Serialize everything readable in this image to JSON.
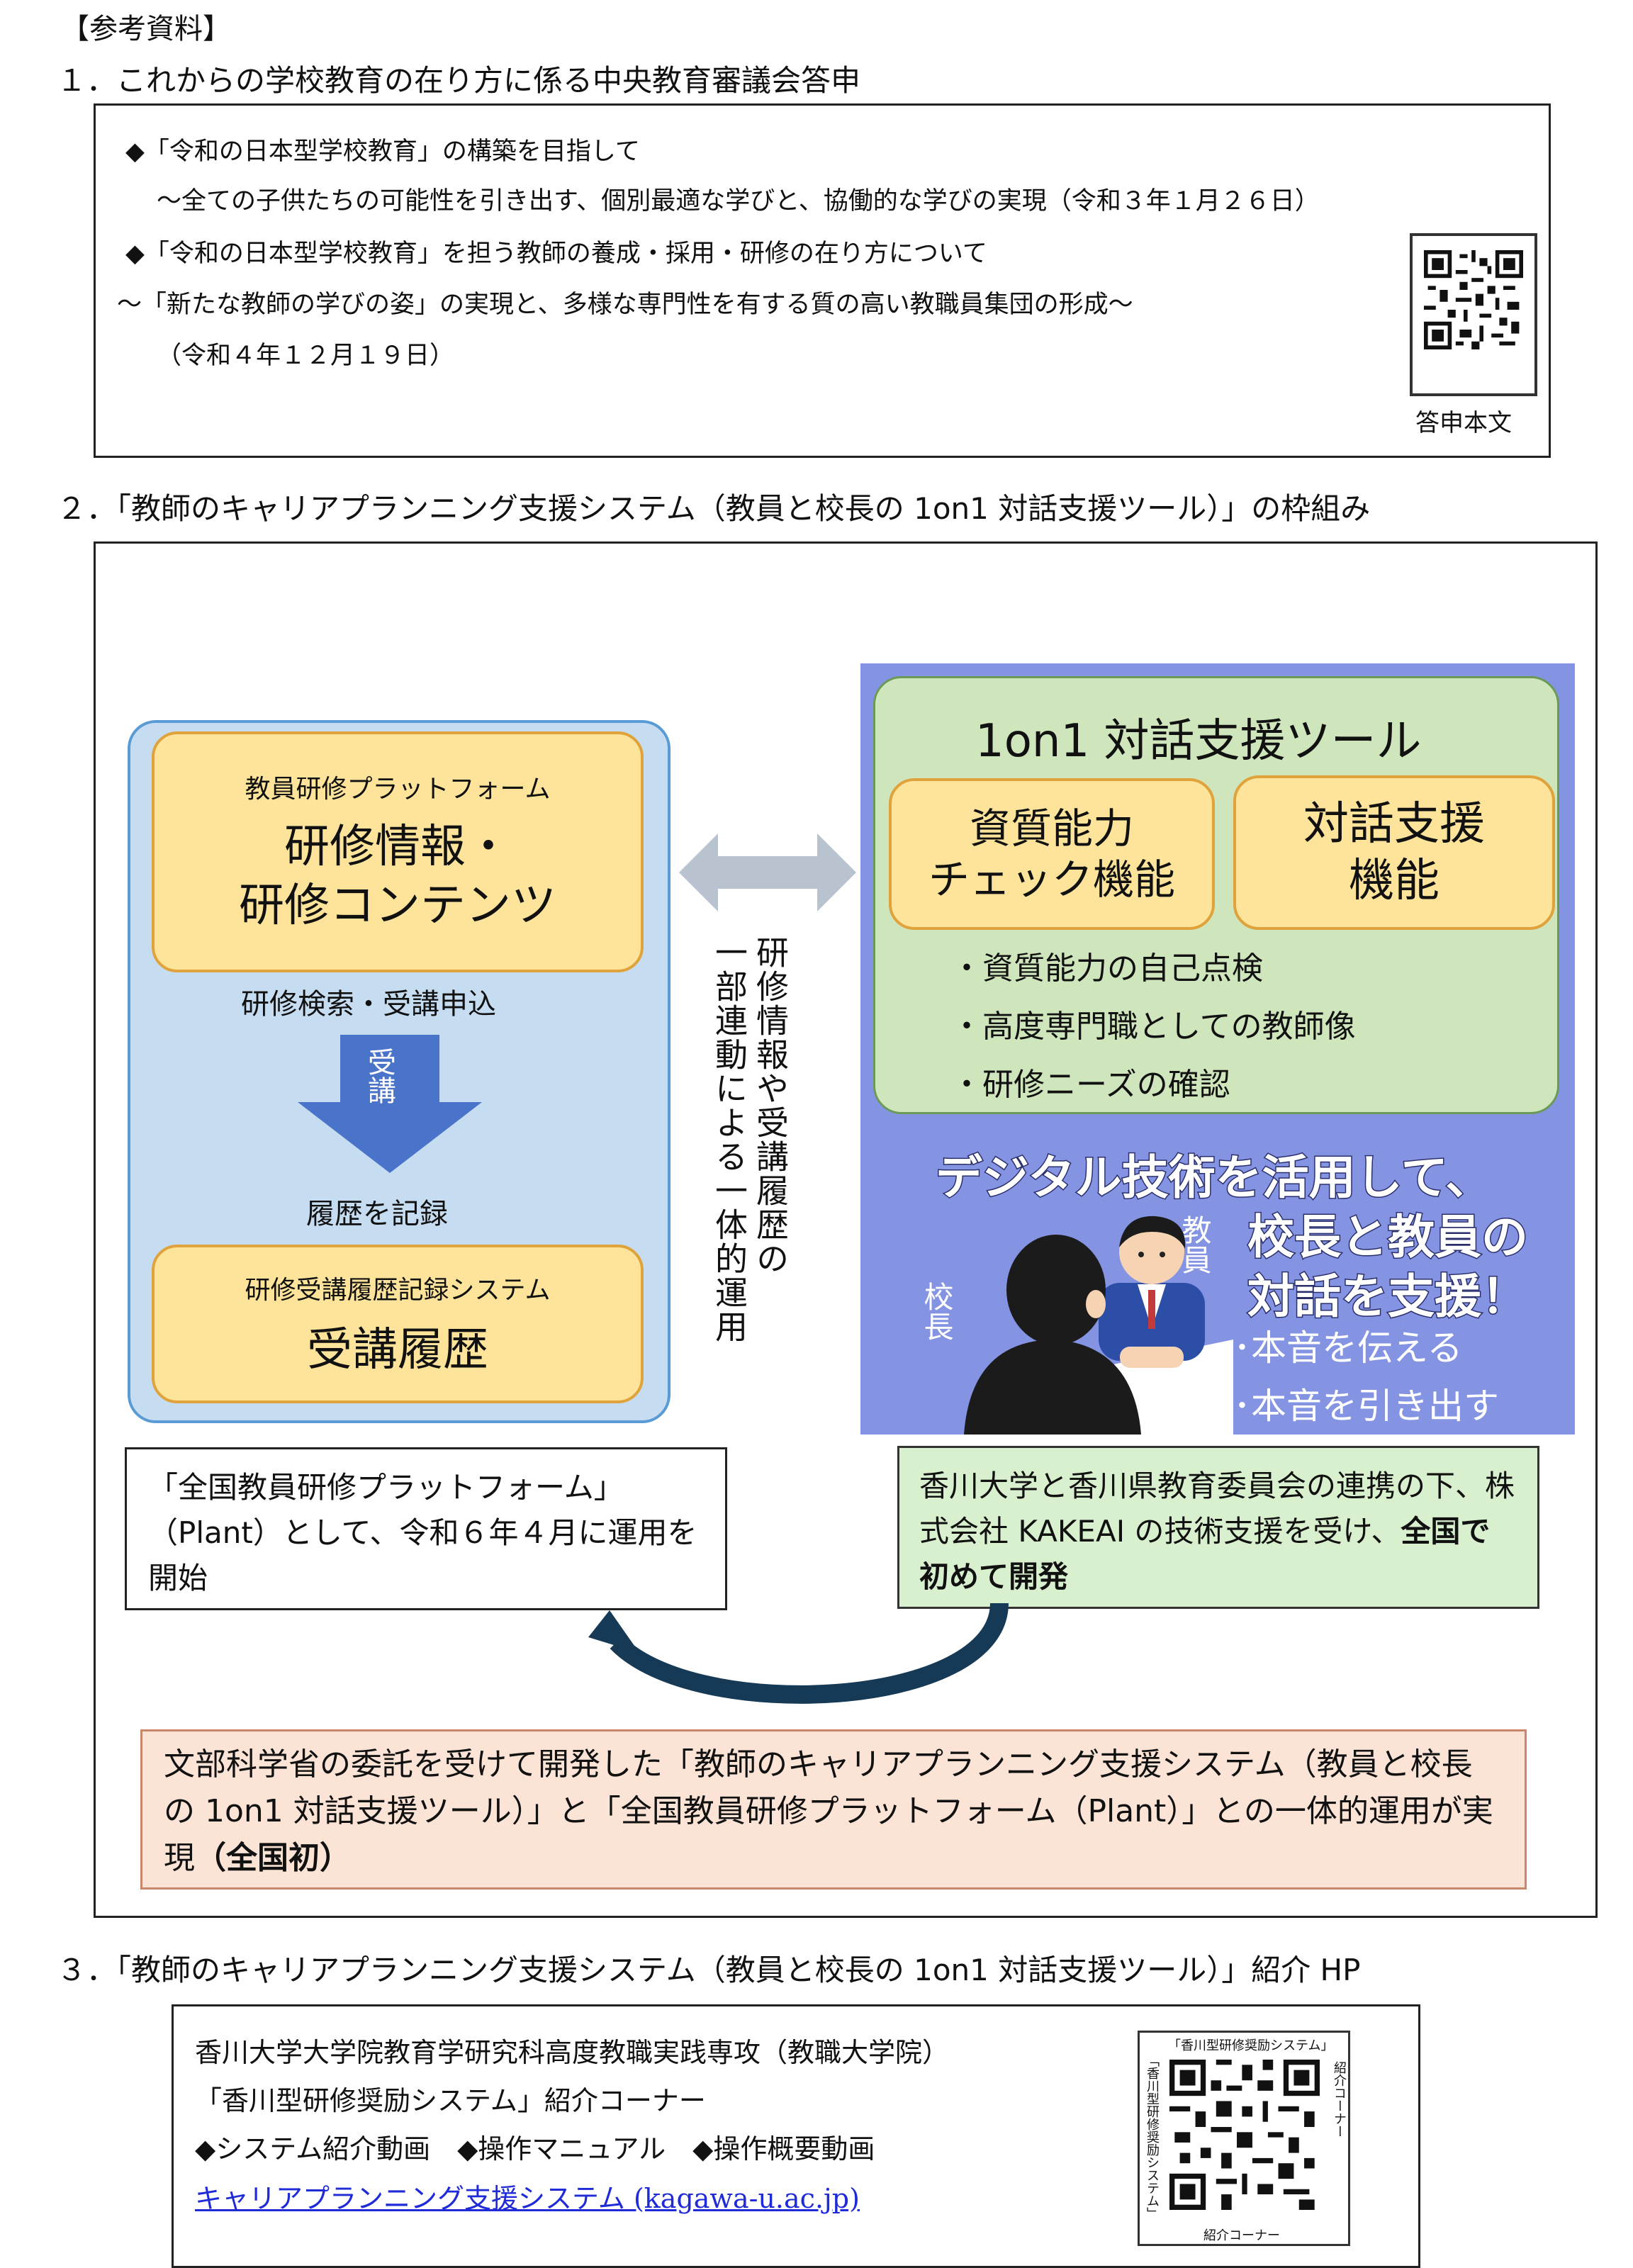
{
  "header": {
    "label": "【参考資料】"
  },
  "section1": {
    "title": "１．これからの学校教育の在り方に係る中央教育審議会答申",
    "lines": [
      "◆「令和の日本型学校教育」の構築を目指して",
      "～全ての子供たちの可能性を引き出す、個別最適な学びと、協働的な学びの実現（令和３年１月２６日）",
      "◆「令和の日本型学校教育」を担う教師の養成・採用・研修の在り方について",
      "～「新たな教師の学びの姿」の実現と、多様な専門性を有する質の高い教職員集団の形成～",
      "（令和４年１２月１９日）"
    ],
    "qr_caption": "答申本文"
  },
  "section2": {
    "title": "２．「教師のキャリアプランニング支援システム（教員と校長の 1on1 対話支援ツール）」の枠組み",
    "left": {
      "platform_small": "教員研修プラットフォーム",
      "platform_big_1": "研修情報・",
      "platform_big_2": "研修コンテンツ",
      "search_label": "研修検索・受講申込",
      "arrow_label": "受講",
      "record_label": "履歴を記録",
      "history_small": "研修受講履歴記録システム",
      "history_big": "受講履歴"
    },
    "middle_vertical": [
      "研修情報や受講履歴の",
      "一部連動による一体的運用"
    ],
    "right": {
      "tool_title": "1on1 対話支援ツール",
      "func1": "資質能力\nチェック機能",
      "func2": "対話支援\n機能",
      "bullets": [
        "・資質能力の自己点検",
        "・高度専門職としての教師像",
        "・研修ニーズの確認"
      ],
      "slogan_1": "デジタル技術を活用して、",
      "slogan_2": "校長と教員の",
      "slogan_3": "対話を支援！",
      "point_1": "･本音を伝える",
      "point_2": "･本音を引き出す",
      "label_teacher": "教員",
      "label_principal": "校長"
    },
    "note_left": "「全国教員研修プラットフォーム」（Plant）として、令和６年４月に運用を開始",
    "note_right_plain": "香川大学と香川県教育委員会の連携の下、株式会社 KAKEAI の技術支援を受け、",
    "note_right_bold": "全国で初めて開発",
    "summary_plain": "文部科学省の委託を受けて開発した「教師のキャリアプランニング支援システム（教員と校長の 1on1 対話支援ツール）」と「全国教員研修プラットフォーム（Plant）」との一体的運用が実現",
    "summary_bold": "（全国初）"
  },
  "section3": {
    "title": "３．「教師のキャリアプランニング支援システム（教員と校長の 1on1 対話支援ツール）」紹介 HP",
    "lines": [
      "香川大学大学院教育学研究科高度教職実践専攻（教職大学院）",
      "「香川型研修奨励システム」紹介コーナー",
      "◆システム紹介動画　◆操作マニュアル　◆操作概要動画"
    ],
    "link": "キャリアプランニング支援システム (kagawa-u.ac.jp)",
    "qr_top": "「香川型研修奨励システム」",
    "qr_left": "「香川型研修奨励システム」",
    "qr_right": "紹介コーナー",
    "qr_bottom": "紹介コーナー"
  },
  "colors": {
    "blue_panel": "#c6dcf1",
    "blue_panel_border": "#5b9bd5",
    "purple_panel": "#8494e3",
    "green_panel": "#cfe6bd",
    "yellow_card": "#fde49a",
    "salmon_box": "#fbe4d6"
  }
}
